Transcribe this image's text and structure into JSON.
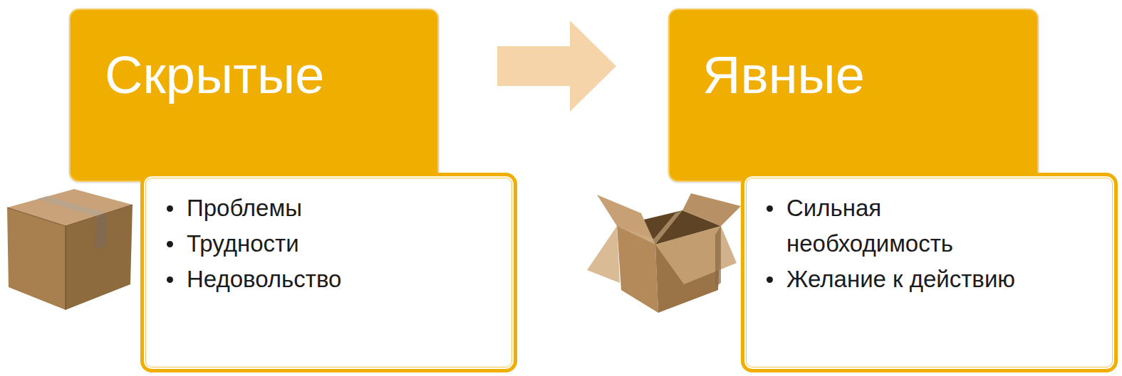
{
  "diagram": {
    "nodes": [
      {
        "text": [
          "Скрытые"
        ]
      },
      {
        "text": [
          "Проблемы",
          "Трудности",
          "Недовольство"
        ]
      },
      {
        "text": [
          "Явные"
        ]
      },
      {
        "text": [
          "Сильная необходимость",
          "Желание к действию"
        ]
      }
    ],
    "edges": [
      {
        "from": 0,
        "to": 2,
        "arrow": "to"
      }
    ]
  }
}
